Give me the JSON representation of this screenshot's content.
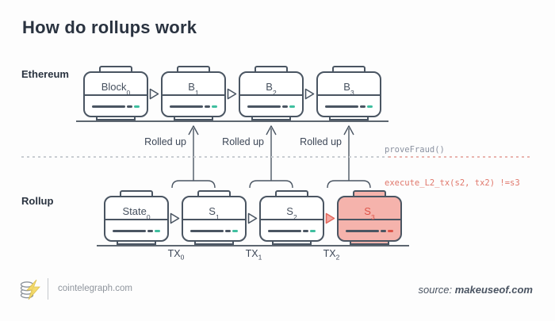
{
  "title": "How do rollups work",
  "ethereum_row": {
    "label": "Ethereum",
    "boxes": [
      {
        "main": "Block",
        "sub": "0"
      },
      {
        "main": "B",
        "sub": "1"
      },
      {
        "main": "B",
        "sub": "2"
      },
      {
        "main": "B",
        "sub": "3"
      }
    ]
  },
  "rollup_row": {
    "label": "Rollup",
    "boxes": [
      {
        "main": "State",
        "sub": "0"
      },
      {
        "main": "S",
        "sub": "1"
      },
      {
        "main": "S",
        "sub": "2"
      },
      {
        "main": "S",
        "sub": "3",
        "highlighted": true
      }
    ]
  },
  "rolled_up_labels": [
    "Rolled up",
    "Rolled up",
    "Rolled up"
  ],
  "tx_labels": [
    {
      "main": "TX",
      "sub": "0"
    },
    {
      "main": "TX",
      "sub": "1"
    },
    {
      "main": "TX",
      "sub": "2"
    }
  ],
  "code": {
    "line1": "proveFraud()",
    "line2": "execute_L2_tx(s2, tx2) !=s3"
  },
  "footer": {
    "site": "cointelegraph.com",
    "source_prefix": "source: ",
    "source_name": "makeuseof.com"
  },
  "colors": {
    "outline": "#4a5562",
    "teal_accent": "#3fbf9f",
    "highlight_fill": "#f5b3ac",
    "fraud_red": "#dd5348",
    "code_red": "#e0776b",
    "code_gray": "#8a91a0"
  }
}
